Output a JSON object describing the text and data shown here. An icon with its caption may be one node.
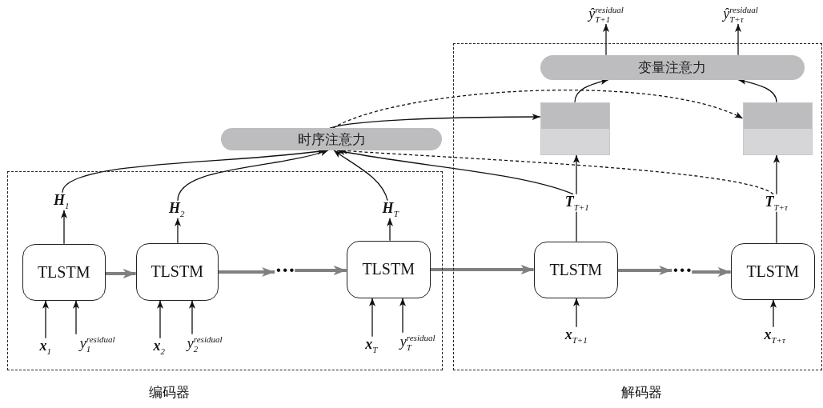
{
  "diagram": {
    "nodes": [
      {
        "text": [
          "编码器"
        ]
      },
      {
        "text": [
          "解码器"
        ]
      },
      {
        "text": [
          "时序注意力"
        ]
      },
      {
        "text": [
          "变量注意力"
        ],
        "in": 1
      },
      {
        "text": [
          "TLSTM"
        ],
        "in": 0
      },
      {
        "text": [
          "TLSTM"
        ],
        "in": 0
      },
      {
        "text": [
          "TLSTM"
        ],
        "in": 0
      },
      {
        "text": [
          "TLSTM"
        ],
        "in": 1
      },
      {
        "text": [
          "TLSTM"
        ],
        "in": 1
      },
      {
        "text": [],
        "shape": "box",
        "in": 1
      },
      {
        "text": [],
        "shape": "box",
        "in": 1
      },
      {
        "text": [
          "**H**$_{1}$"
        ],
        "in": 0
      },
      {
        "text": [
          "**H**$_{2}$"
        ],
        "in": 0
      },
      {
        "text": [
          "**H**$_{T}$"
        ],
        "in": 0
      },
      {
        "text": [
          "**x**$_{1}$"
        ],
        "in": 0
      },
      {
        "text": [
          "y$_{1}$$^{residual}$"
        ],
        "in": 0
      },
      {
        "text": [
          "**x**$_{2}$"
        ],
        "in": 0
      },
      {
        "text": [
          "y$_{2}$$^{residual}$"
        ],
        "in": 0
      },
      {
        "text": [
          "**x**$_{T}$"
        ],
        "in": 0
      },
      {
        "text": [
          "y$_{T}$$^{residual}$"
        ],
        "in": 0
      },
      {
        "text": [
          "**T**$_{T+1}$"
        ],
        "in": 1
      },
      {
        "text": [
          "**T**$_{T+τ}$"
        ],
        "in": 1
      },
      {
        "text": [
          "**x**$_{T+1}$"
        ],
        "in": 1
      },
      {
        "text": [
          "**x**$_{T+τ}$"
        ],
        "in": 1
      },
      {
        "text": [
          "ŷ$_{T+1}$$^{residual}$"
        ]
      },
      {
        "text": [
          "ŷ$_{T+τ}$$^{residual}$"
        ]
      },
      {
        "text": [
          "···"
        ],
        "in": 0
      },
      {
        "text": [
          "···"
        ],
        "in": 1
      }
    ],
    "edges": [
      {
        "from": 4,
        "to": 5,
        "arrow": "to",
        "style": "thick",
        "color": "#808080"
      },
      {
        "from": 5,
        "to": 26,
        "arrow": "to",
        "style": "thick",
        "color": "#808080"
      },
      {
        "from": 26,
        "to": 6,
        "arrow": "to",
        "style": "thick",
        "color": "#808080"
      },
      {
        "from": 6,
        "to": 7,
        "arrow": "to",
        "style": "thick",
        "color": "#808080"
      },
      {
        "from": 7,
        "to": 27,
        "arrow": "to",
        "style": "thick",
        "color": "#808080"
      },
      {
        "from": 27,
        "to": 8,
        "arrow": "to",
        "style": "thick",
        "color": "#808080"
      },
      {
        "from": 4,
        "to": 11,
        "arrow": "to"
      },
      {
        "from": 5,
        "to": 12,
        "arrow": "to"
      },
      {
        "from": 6,
        "to": 13,
        "arrow": "to"
      },
      {
        "from": 14,
        "to": 4,
        "arrow": "to"
      },
      {
        "from": 15,
        "to": 4,
        "arrow": "to"
      },
      {
        "from": 16,
        "to": 5,
        "arrow": "to"
      },
      {
        "from": 17,
        "to": 5,
        "arrow": "to"
      },
      {
        "from": 18,
        "to": 6,
        "arrow": "to"
      },
      {
        "from": 19,
        "to": 6,
        "arrow": "to"
      },
      {
        "from": 22,
        "to": 7,
        "arrow": "to"
      },
      {
        "from": 23,
        "to": 8,
        "arrow": "to"
      },
      {
        "from": 7,
        "to": 20,
        "arrow": "none"
      },
      {
        "from": 8,
        "to": 21,
        "arrow": "none"
      },
      {
        "from": 20,
        "to": 9,
        "arrow": "to"
      },
      {
        "from": 21,
        "to": 10,
        "arrow": "to"
      },
      {
        "from": 9,
        "to": 3,
        "arrow": "to"
      },
      {
        "from": 10,
        "to": 3,
        "arrow": "to"
      },
      {
        "from": 3,
        "to": 24,
        "arrow": "to"
      },
      {
        "from": 3,
        "to": 25,
        "arrow": "to"
      },
      {
        "from": 11,
        "to": 2,
        "arrow": "to"
      },
      {
        "from": 12,
        "to": 2,
        "arrow": "to"
      },
      {
        "from": 13,
        "to": 2,
        "arrow": "to"
      },
      {
        "from": 20,
        "to": 2,
        "arrow": "to"
      },
      {
        "from": 21,
        "to": 2,
        "arrow": "to",
        "style": "dashed"
      },
      {
        "from": 2,
        "to": 9,
        "arrow": "to"
      },
      {
        "from": 2,
        "to": 10,
        "arrow": "to",
        "style": "dashed"
      }
    ]
  }
}
